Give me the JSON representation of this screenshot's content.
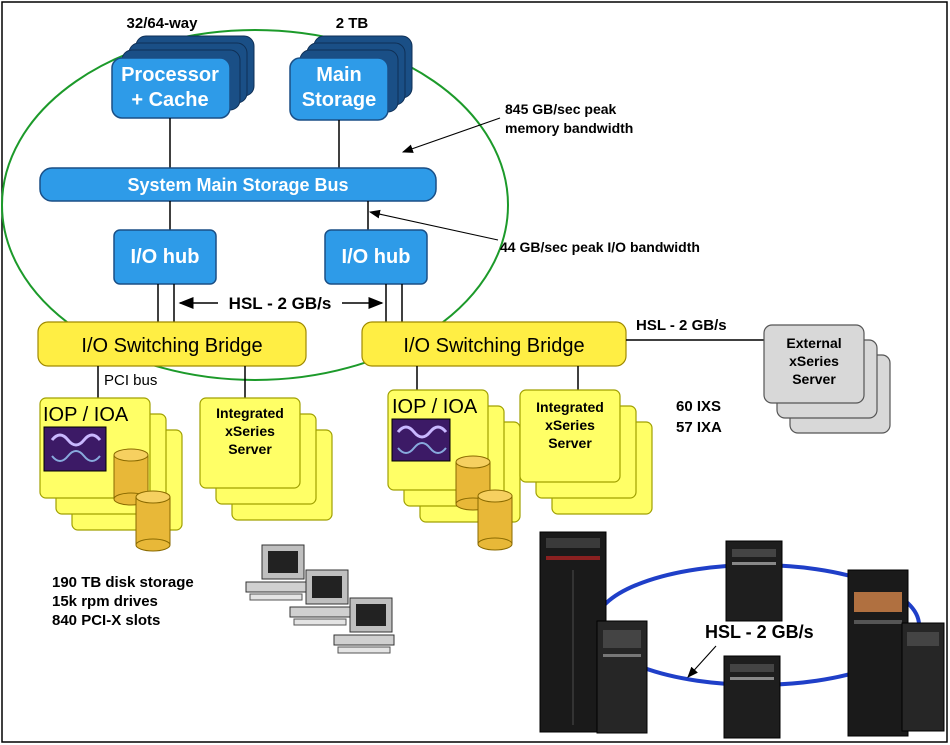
{
  "processor": {
    "count_label": "32/64-way",
    "line1": "Processor",
    "line2": "+ Cache"
  },
  "storage": {
    "size_label": "2 TB",
    "line1": "Main",
    "line2": "Storage"
  },
  "bus": {
    "label": "System Main Storage Bus"
  },
  "hubs": {
    "left_label": "I/O hub",
    "right_label": "I/O hub"
  },
  "bridges": {
    "left_label": "I/O Switching Bridge",
    "right_label": "I/O Switching Bridge"
  },
  "annotations": {
    "memory_bw_line1": "845 GB/sec peak",
    "memory_bw_line2": "memory bandwidth",
    "io_bw": "44 GB/sec peak I/O bandwidth",
    "hsl_center": "HSL - 2 GB/s",
    "hsl_right": "HSL - 2 GB/s",
    "hsl_ring": "HSL - 2 GB/s",
    "pci_bus": "PCI bus"
  },
  "left_group": {
    "iop_label": "IOP / IOA",
    "xseries_line1": "Integrated",
    "xseries_line2": "xSeries",
    "xseries_line3": "Server"
  },
  "right_group": {
    "iop_label": "IOP / IOA",
    "xseries_line1": "Integrated",
    "xseries_line2": "xSeries",
    "xseries_line3": "Server"
  },
  "external": {
    "line1": "External",
    "line2": "xSeries",
    "line3": "Server",
    "ixs_count": "60 IXS",
    "ixa_count": "57 IXA"
  },
  "disk_stats": {
    "line1": "190 TB disk storage",
    "line2": "15k rpm drives",
    "line3": "840 PCI-X slots"
  }
}
